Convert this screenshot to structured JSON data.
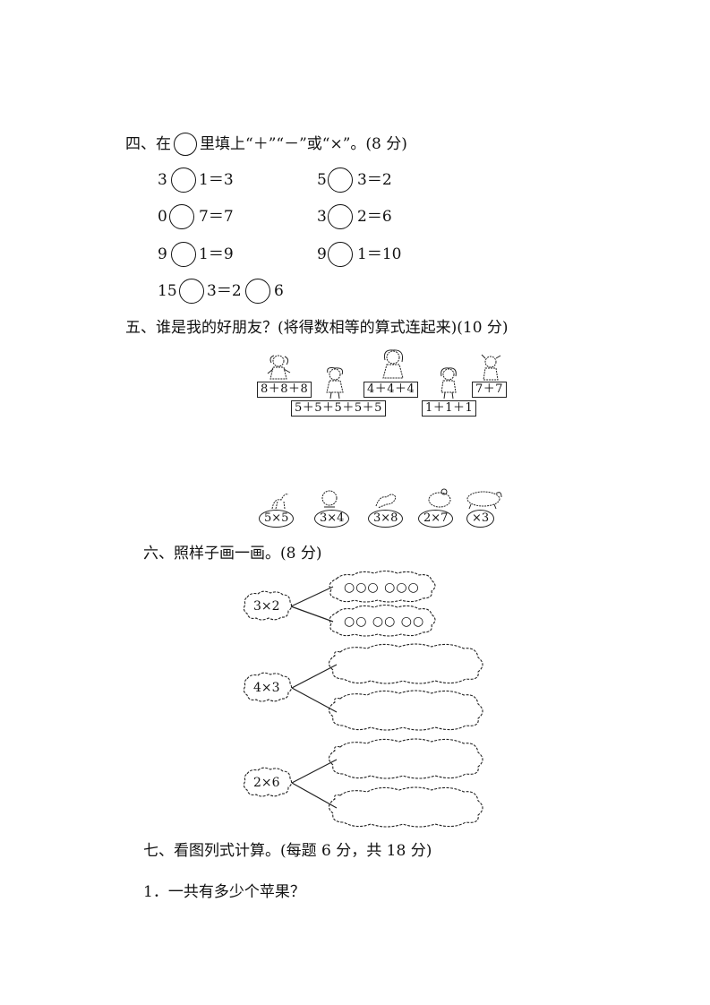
{
  "section4": {
    "title_pre": "四、在",
    "title_post": "里填上“＋”“－”或“×”。(8 分)",
    "problems": [
      {
        "a": "3",
        "rest": "1＝3"
      },
      {
        "a": "5",
        "rest": "3＝2"
      },
      {
        "a": "0",
        "rest": "7＝7"
      },
      {
        "a": "3",
        "rest": "2＝6"
      },
      {
        "a": "9",
        "rest": "1＝9"
      },
      {
        "a": "9",
        "rest": "1＝10"
      },
      {
        "a": "15",
        "mid": "3＝2",
        "end": "6"
      }
    ]
  },
  "section5": {
    "title": "五、谁是我的好朋友？(将得数相等的算式连起来)(10 分)",
    "top_exprs": [
      "8＋8＋8",
      "4＋4＋4",
      "7＋7",
      "5＋5＋5＋5＋5",
      "1＋1＋1"
    ],
    "bottom_exprs": [
      "5×5",
      "3×4",
      "3×8",
      "2×7",
      "×3"
    ]
  },
  "section6": {
    "title": "六、照样子画一画。(8 分)",
    "example_expr": "3×2",
    "example_answers": [
      "○○○ ○○○",
      "○○ ○○ ○○"
    ],
    "tasks": [
      "4×3",
      "2×6"
    ]
  },
  "section7": {
    "title": "七、看图列式计算。(每题 6 分，共 18 分)",
    "question1": "1．一共有多少个苹果？"
  }
}
